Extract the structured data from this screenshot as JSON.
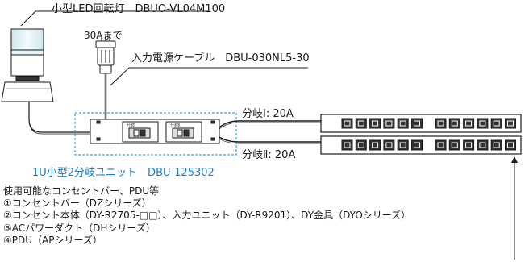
{
  "labels": {
    "lamp": "小型LED回転灯　DBUO-VL04M100",
    "plug_limit": "30Aまで",
    "power_cable": "入力電源ケーブル　DBU-030NL5-30",
    "branch1": "分岐Ⅰ: 20A",
    "branch2": "分岐Ⅱ: 20A",
    "unit": "1U小型2分岐ユニット　DBU-125302"
  },
  "breaker_text": {
    "left_tag": "分岐Ⅰ",
    "right_tag": "分岐Ⅱ",
    "switch": "ON"
  },
  "notes": {
    "title": "使用可能なコンセントバー、PDU等",
    "items": [
      "①コンセントバー（DZシリーズ）",
      "②コンセント本体（DY-R2705-□□）、入力ユニット（DY-R9201）、DY金具（DYOシリーズ）",
      "③ACパワーダクト（DHシリーズ）",
      "④PDU（APシリーズ）"
    ]
  },
  "colors": {
    "line": "#1a1a1a",
    "accent_blue": "#1a7ec8",
    "dashed_box": "#3aa0d8",
    "lamp_tint": "#dff0f4"
  }
}
